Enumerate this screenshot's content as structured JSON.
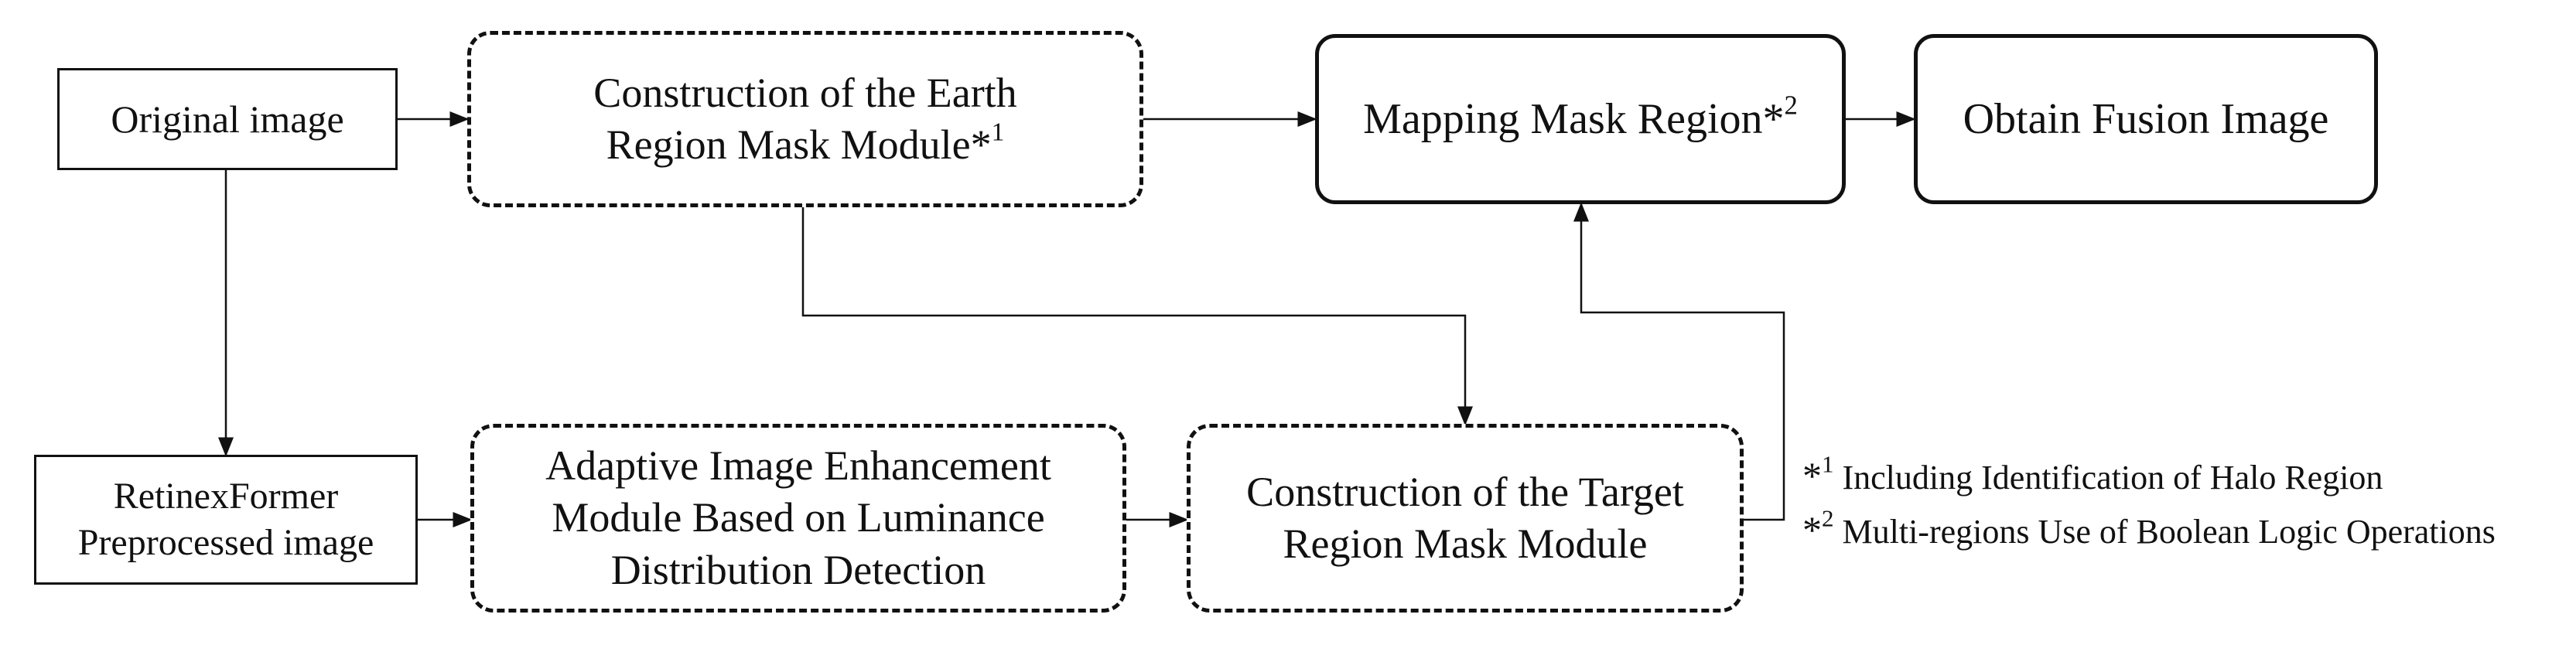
{
  "diagram": {
    "nodes": {
      "original": {
        "lines": [
          "Original image"
        ]
      },
      "earth_mask": {
        "lines": [
          "Construction of the Earth",
          "Region Mask Module"
        ],
        "footnote": "*1"
      },
      "mapping": {
        "lines": [
          "Mapping Mask Region"
        ],
        "footnote": "*2"
      },
      "fusion": {
        "lines": [
          "Obtain Fusion Image"
        ]
      },
      "retinex": {
        "lines": [
          "RetinexFormer",
          "Preprocessed image"
        ]
      },
      "adaptive": {
        "lines": [
          "Adaptive Image Enhancement",
          "Module Based on Luminance",
          "Distribution Detection"
        ]
      },
      "target_mask": {
        "lines": [
          "Construction of the Target",
          "Region Mask Module"
        ]
      }
    },
    "notes": [
      {
        "mark": "*1",
        "text": "Including Identification of Halo Region"
      },
      {
        "mark": "*2",
        "text": "Multi-regions Use of Boolean Logic Operations"
      }
    ],
    "edges": [
      {
        "from": "original",
        "to": "earth_mask"
      },
      {
        "from": "earth_mask",
        "to": "mapping"
      },
      {
        "from": "mapping",
        "to": "fusion"
      },
      {
        "from": "original",
        "to": "retinex"
      },
      {
        "from": "retinex",
        "to": "adaptive"
      },
      {
        "from": "adaptive",
        "to": "target_mask"
      },
      {
        "from": "earth_mask",
        "to": "target_mask"
      },
      {
        "from": "target_mask",
        "to": "mapping"
      }
    ]
  }
}
